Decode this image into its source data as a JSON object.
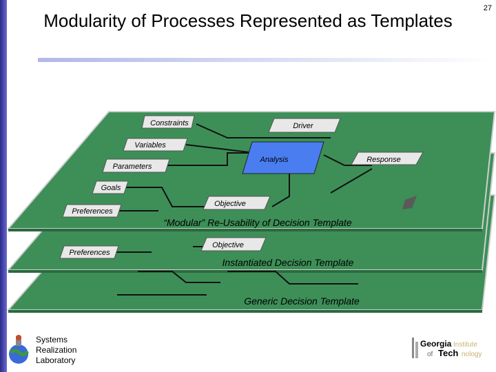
{
  "slide": {
    "title": "Modularity of Processes Represented as Templates",
    "page_number": "27"
  },
  "diagram": {
    "layers": {
      "top_label": "“Modular” Re-Usability of Decision Template",
      "middle_label": "Instantiated Decision Template",
      "bottom_label": "Generic Decision Template"
    },
    "boxes": {
      "constraints": "Constraints",
      "driver": "Driver",
      "variables": "Variables",
      "analysis": "Analysis",
      "response": "Response",
      "parameters": "Parameters",
      "goals": "Goals",
      "preferences_top": "Preferences",
      "objective_top": "Objective",
      "objective_mid": "Objective",
      "preferences_mid": "Preferences"
    },
    "colors": {
      "layer_fill": "#3d8f57",
      "analysis_fill": "#4a7df0",
      "box_fill": "#e8e8e8"
    }
  },
  "footer": {
    "lab_line1": "Systems",
    "lab_line2": "Realization",
    "lab_line3": "Laboratory",
    "gt_line1a": "Georgia",
    "gt_line1b": "Institute",
    "gt_line2a": "of",
    "gt_line2b": "Tech",
    "gt_line2c": "nology"
  }
}
